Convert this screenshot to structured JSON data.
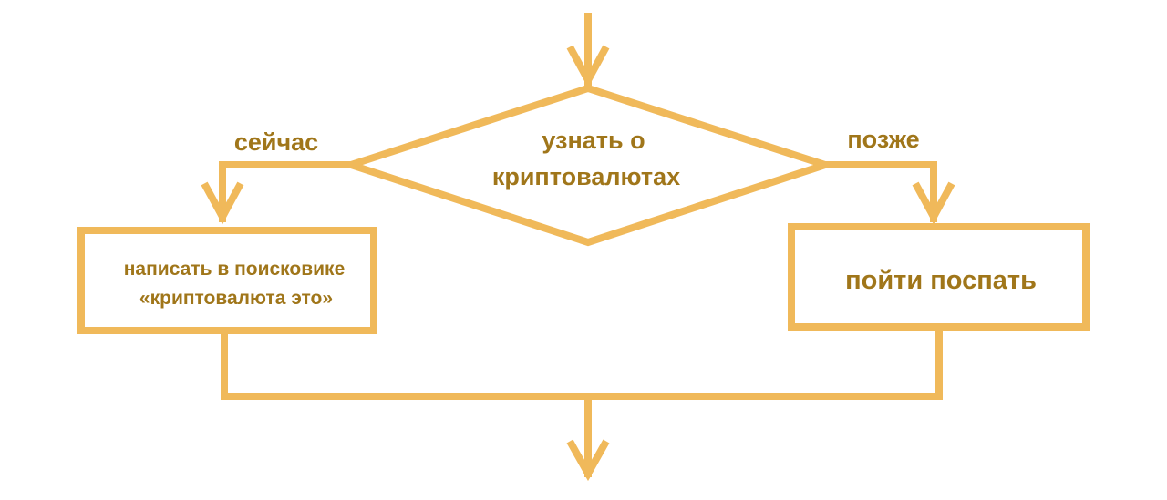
{
  "diagram": {
    "decision": {
      "line1": "узнать о",
      "line2": "криптовалютах"
    },
    "branch_left_label": "сейчас",
    "branch_right_label": "позже",
    "action_left": {
      "line1": "написать в поисковике",
      "line2": "«криптовалюта это»"
    },
    "action_right": "пойти поспать",
    "colors": {
      "stroke": "#f0b95a",
      "text": "#a0761a",
      "background": "#ffffff"
    }
  }
}
